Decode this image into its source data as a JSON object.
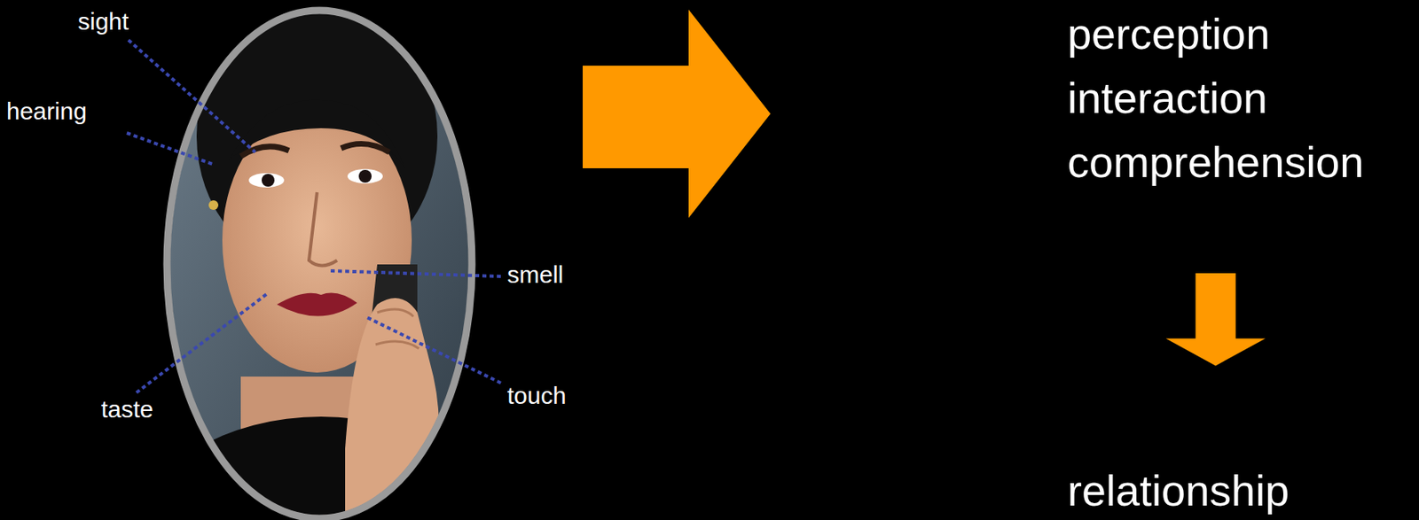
{
  "diagram": {
    "nodes": [
      {
        "text": [
          "perception",
          "interaction",
          "comprehension"
        ]
      },
      {
        "text": [
          "relationship"
        ]
      }
    ],
    "edges": [
      {
        "from": 0,
        "to": 1,
        "arrow": "to"
      }
    ],
    "labels": [
      "sight",
      "hearing",
      "smell",
      "taste",
      "touch"
    ]
  }
}
